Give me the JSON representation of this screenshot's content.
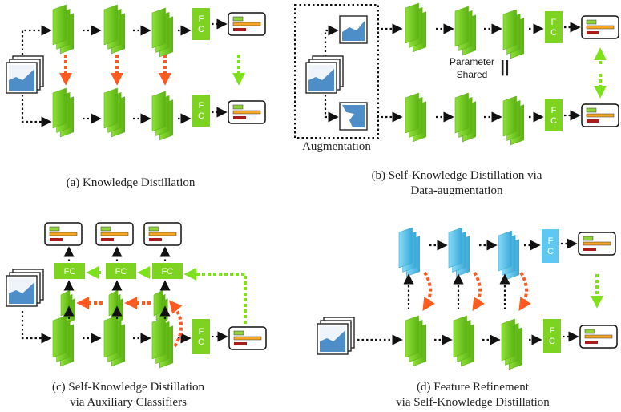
{
  "captions": {
    "a": "(a) Knowledge Distillation",
    "b_line1": "(b) Self-Knowledge Distillation via",
    "b_line2": "Data-augmentation",
    "c_line1": "(c) Self-Knowledge Distillation",
    "c_line2": "via Auxiliary Classifiers",
    "d_line1": "(d) Feature Refinement",
    "d_line2": "via Self-Knowledge Distillation"
  },
  "labels": {
    "augmentation": "Augmentation",
    "parameter": "Parameter",
    "shared": "Shared",
    "parallel_mark": "||",
    "fc_vertical": "F C",
    "fc_horizontal": "FC"
  },
  "colors": {
    "layer_green": "#7ed321",
    "layer_green_dark": "#5cb312",
    "layer_blue": "#5ec8f0",
    "layer_blue_dark": "#3aa8d8",
    "fc_green": "#7ed321",
    "fc_blue": "#5ec8f0",
    "arrow_orange": "#ff5a1f",
    "arrow_green": "#7ee21a",
    "arrow_black": "#111111",
    "bar_green": "#8fd43a",
    "bar_orange": "#f5a623",
    "bar_red": "#a81c1c",
    "image_blue": "#4d8ec9"
  }
}
